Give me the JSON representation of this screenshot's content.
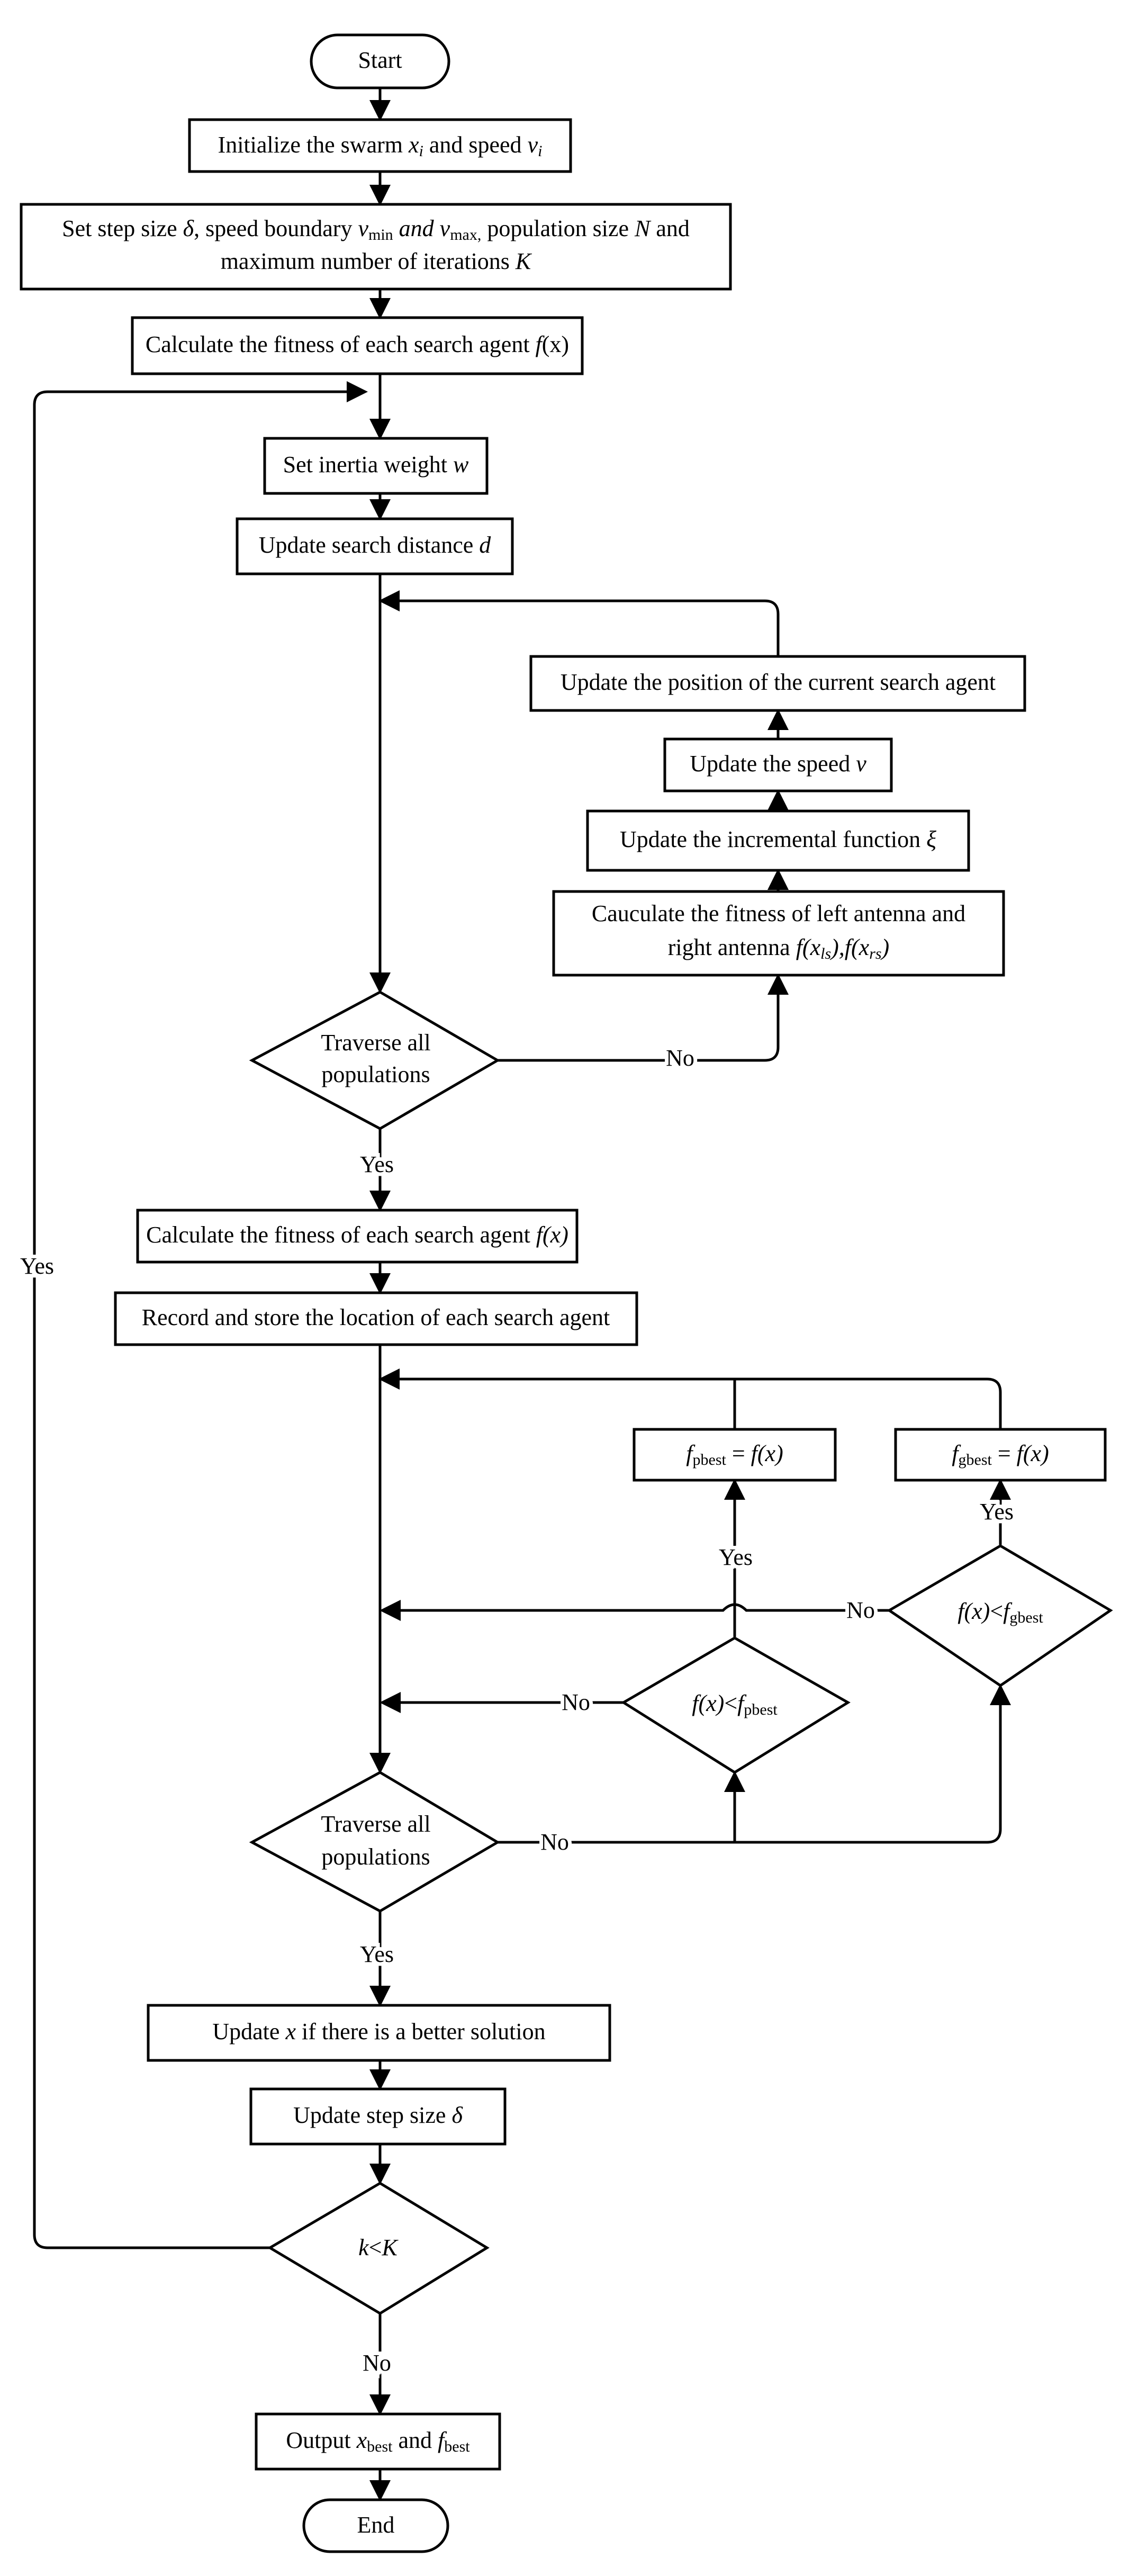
{
  "nodes": {
    "start": "Start",
    "init": {
      "pre": "Initialize the swarm ",
      "x": "x",
      "xi": "i",
      "mid": " and speed ",
      "v": "v",
      "vi": "i"
    },
    "setparams": {
      "l1_a": "Set step size ",
      "delta": "δ",
      "l1_b": ", speed boundary ",
      "vmin_v": "v",
      "vmin_sub": "min",
      "and": " and ",
      "vmax_v": "v",
      "vmax_sub": "max,",
      "l1_c": " population size ",
      "N": "N",
      "l1_d": " and",
      "l2_a": "maximum number of iterations ",
      "K": "K"
    },
    "fitness1": {
      "pre": "Calculate the fitness of each search agent ",
      "f": "f",
      "x": "(x)"
    },
    "inertia": {
      "pre": "Set inertia weight  ",
      "w": "w"
    },
    "distance": {
      "pre": "Update search distance ",
      "d": "d"
    },
    "position": "Update the position of the current search agent",
    "speed": {
      "pre": "Update the speed ",
      "v": "v"
    },
    "incremental": {
      "pre": "Update the incremental function  ",
      "xi": "ξ"
    },
    "antenna": {
      "l1": "Cauculate the fitness of left antenna and",
      "l2": "right antenna ",
      "f1": "f(x",
      "s1": "ls",
      "mid": "),f(x",
      "s2": "rs",
      "end": ")"
    },
    "traverse1": {
      "l1": "Traverse all",
      "l2": "populations"
    },
    "fitness2": {
      "pre": "Calculate the fitness of each search agent ",
      "fx": "f(x)"
    },
    "record": "Record and store the location of each search agent",
    "pbest_set": {
      "f": "f",
      "sub": "pbest",
      "eq": " = ",
      "fx": "f(x)"
    },
    "gbest_set": {
      "f": "f",
      "sub": "gbest",
      "eq": " = ",
      "fx": "f(x)"
    },
    "gbest_cmp": {
      "fx": "f(x)",
      "lt": "<",
      "f": "f",
      "sub": "gbest"
    },
    "pbest_cmp": {
      "fx": "f(x)",
      "lt": "<",
      "f": "f",
      "sub": "pbest"
    },
    "traverse2": {
      "l1": "Traverse all",
      "l2": "populations"
    },
    "update_x": {
      "pre": "Update ",
      "x": "x",
      "post": " if there is a better solution"
    },
    "update_step": {
      "pre": "Update step size ",
      "delta": "δ"
    },
    "loop_cmp": {
      "k": "k",
      "lt": "<",
      "K": "K"
    },
    "output": {
      "pre": "Output ",
      "x": "x",
      "xsub": "best",
      "and": " and ",
      "f": "f",
      "fsub": "best"
    },
    "end": "End"
  },
  "edge_labels": {
    "no_traverse1": "No",
    "yes_traverse1": "Yes",
    "yes_loop": "Yes",
    "yes_pbest": "Yes",
    "yes_gbest": "Yes",
    "no_gbest": "No",
    "no_pbest": "No",
    "no_traverse2": "No",
    "yes_traverse2": "Yes",
    "no_loop": "No"
  }
}
